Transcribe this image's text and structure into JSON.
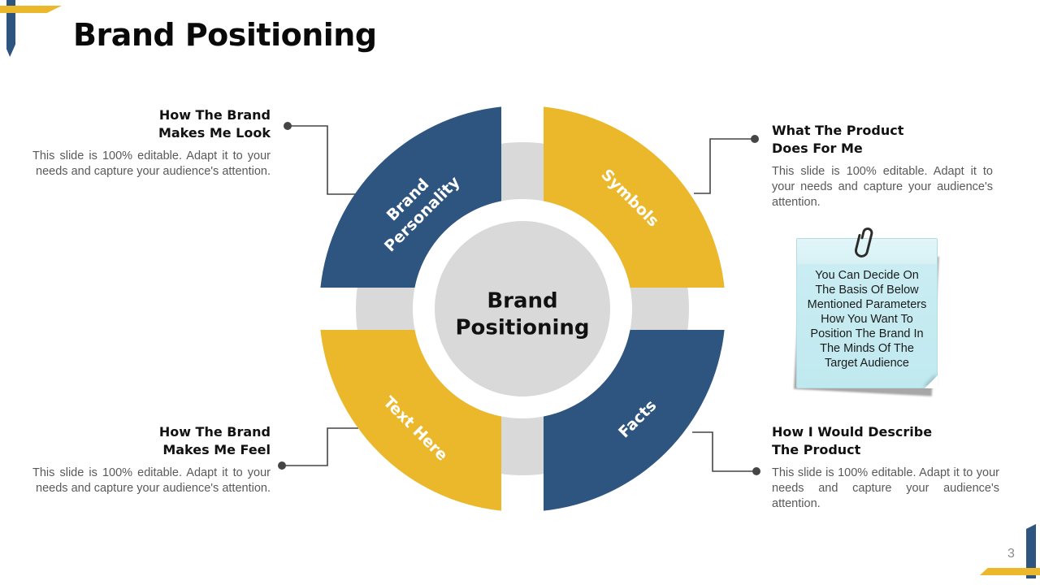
{
  "slide": {
    "title": "Brand Positioning",
    "page_number": "3"
  },
  "colors": {
    "accent_blue": "#2E5480",
    "accent_yellow": "#EAB82A",
    "ring_gray": "#D9D9D9",
    "body_text_gray": "#595959",
    "connector_gray": "#454545",
    "note_background": "#C9EDF2",
    "note_shadow": "#A7A7A7"
  },
  "diagram": {
    "center_label": "Brand Positioning",
    "segments": [
      {
        "label": "Brand Personality",
        "color": "#2E5480",
        "position": "top-left"
      },
      {
        "label": "Symbols",
        "color": "#EAB82A",
        "position": "top-right"
      },
      {
        "label": "Text Here",
        "color": "#EAB82A",
        "position": "bottom-left"
      },
      {
        "label": "Facts",
        "color": "#2E5480",
        "position": "bottom-right"
      }
    ]
  },
  "callouts": {
    "top_left": {
      "heading": [
        "How The Brand",
        "Makes Me Look"
      ],
      "body": "This slide is 100% editable. Adapt it to your needs and capture your audience's attention."
    },
    "top_right": {
      "heading": [
        "What The Product",
        "Does For Me"
      ],
      "body": "This slide is 100% editable. Adapt it to your needs and capture your audience's attention."
    },
    "bottom_left": {
      "heading": [
        "How The Brand",
        "Makes Me Feel"
      ],
      "body": "This slide is 100% editable. Adapt it to your needs and capture your audience's attention."
    },
    "bottom_right": {
      "heading": [
        "How I Would Describe",
        "The Product"
      ],
      "body": "This slide is 100% editable. Adapt it to your needs and capture your audience's attention."
    }
  },
  "note": {
    "lines": [
      "You Can Decide On",
      "The Basis Of Below",
      "Mentioned Parameters",
      "How You Want To",
      "Position The Brand In",
      "The Minds Of The",
      "Target Audience"
    ]
  }
}
